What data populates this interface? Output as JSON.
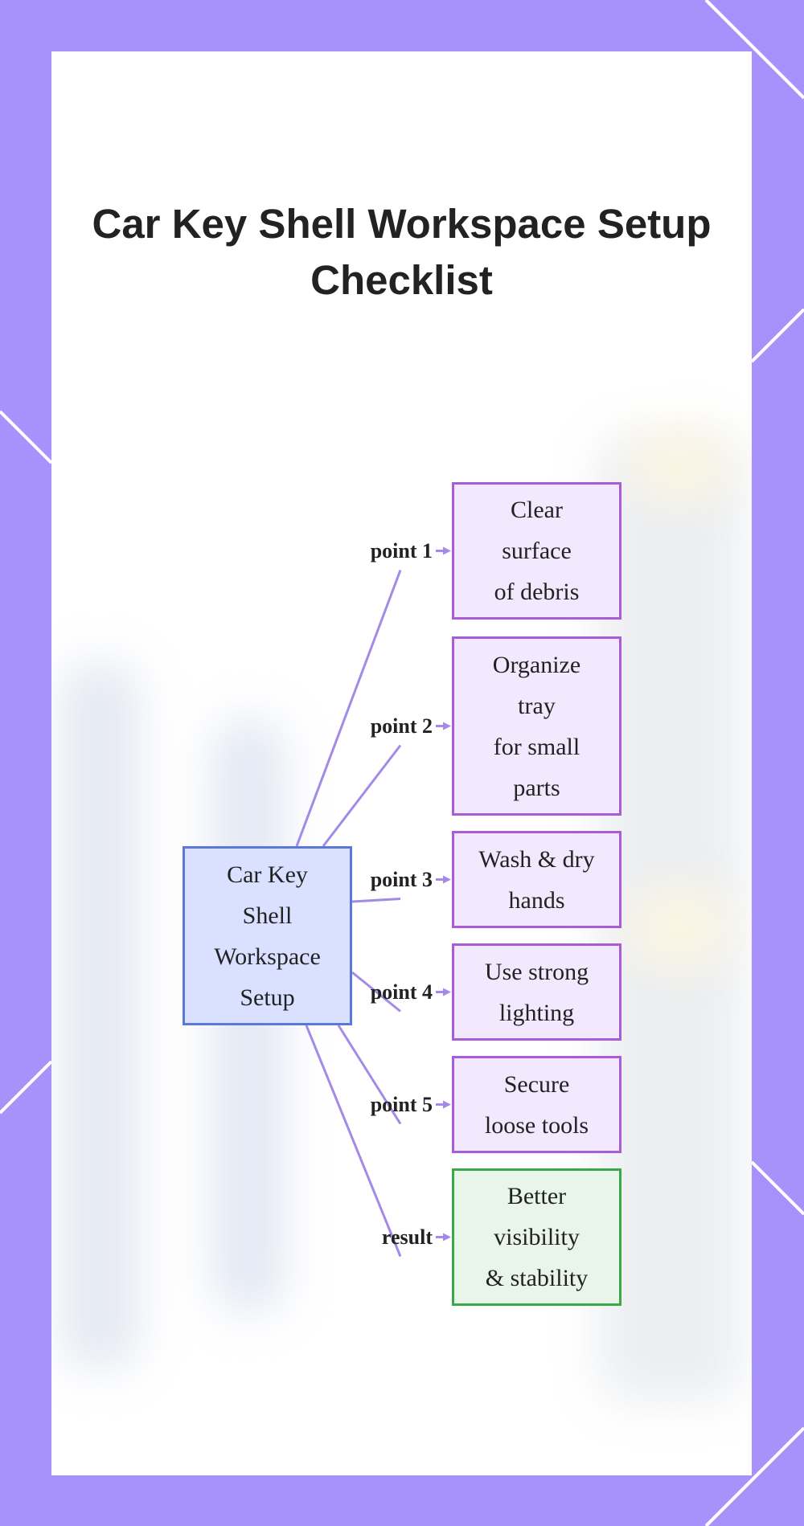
{
  "title": "Car Key Shell Workspace Setup Checklist",
  "colors": {
    "frame": "#a791fb",
    "edge": "#a48ae8",
    "root_fill": "#dae0ff",
    "root_border": "#5b78d8",
    "step_fill": "#f3e9ff",
    "step_border": "#a95bd9",
    "result_fill": "#e8f5e8",
    "result_border": "#39a84a"
  },
  "diagram": {
    "root": {
      "lines": [
        "Car Key",
        "Shell",
        "Workspace",
        "Setup"
      ]
    },
    "steps": [
      {
        "edge_label": "point 1",
        "lines": [
          "Clear",
          "surface",
          "of debris"
        ]
      },
      {
        "edge_label": "point 2",
        "lines": [
          "Organize",
          "tray",
          "for small",
          "parts"
        ]
      },
      {
        "edge_label": "point 3",
        "lines": [
          "Wash & dry",
          "hands"
        ]
      },
      {
        "edge_label": "point 4",
        "lines": [
          "Use strong",
          "lighting"
        ]
      },
      {
        "edge_label": "point 5",
        "lines": [
          "Secure",
          "loose tools"
        ]
      }
    ],
    "result": {
      "edge_label": "result",
      "lines": [
        "Better",
        "visibility",
        "& stability"
      ]
    }
  }
}
